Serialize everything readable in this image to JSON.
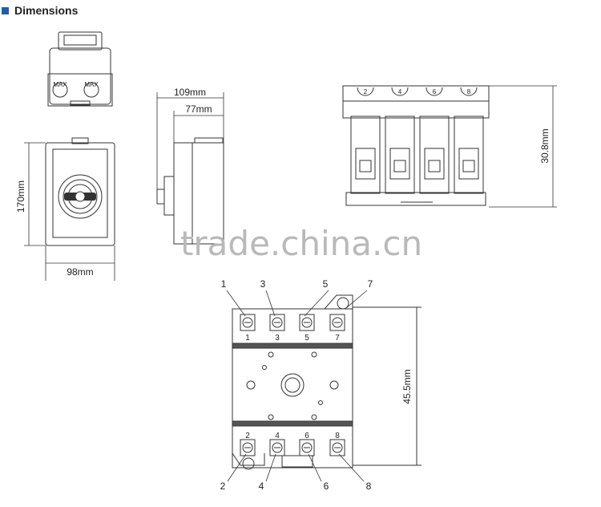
{
  "header": {
    "title": "Dimensions",
    "accent_color": "#1f5fa8"
  },
  "dimensions": {
    "depth_total": "109mm",
    "depth_body": "77mm",
    "height": "170mm",
    "width": "98mm",
    "terminal_height": "30.8mm",
    "block_height": "45.5mm"
  },
  "switch_top_view": {
    "button_labels": [
      "MAX",
      "MAX"
    ]
  },
  "terminal_top_view": {
    "terminal_labels": [
      "2",
      "4",
      "6",
      "8"
    ]
  },
  "block_view": {
    "callouts_top": [
      "1",
      "3",
      "5",
      "7"
    ],
    "terminals_top": [
      "1",
      "3",
      "5",
      "7"
    ],
    "terminals_bottom": [
      "2",
      "4",
      "6",
      "8"
    ],
    "callouts_bottom": [
      "2",
      "4",
      "6",
      "8"
    ]
  },
  "watermark": "trade.china.cn"
}
